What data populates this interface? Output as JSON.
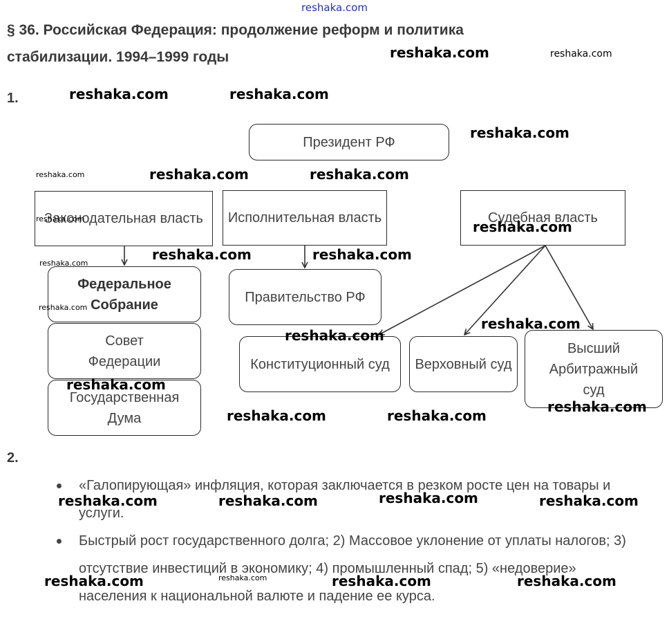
{
  "header": {
    "title_line1": "§ 36. Российская Федерация: продолжение реформ и политика",
    "title_line2": "стабилизации. 1994–1999 годы"
  },
  "task1": {
    "number": "1.",
    "president": "Президент РФ",
    "legislative": "Законодательная власть",
    "executive": "Исполнительная власть",
    "judicial": "Судебная власть",
    "federal_assembly": "Федеральное Собрание",
    "federation_council": "Совет Федерации",
    "state_duma": "Государственная Дума",
    "government": "Правительство РФ",
    "constitutional_court": "Конституционный суд",
    "supreme_court": "Верховный суд",
    "arbitration_court": "Высший Арбитражный суд"
  },
  "task2": {
    "number": "2.",
    "bullets": [
      "«Галопирующая» инфляция, которая заключается в резком росте цен на товары и услуги.",
      "Быстрый рост государственного долга; 2) Массовое уклонение от уплаты налогов; 3) отсутствие инвестиций в экономику; 4) промышленный спад; 5) «недоверие» населения к национальной валюте и падение ее курса."
    ]
  },
  "watermark": {
    "text": "reshaka.com"
  }
}
